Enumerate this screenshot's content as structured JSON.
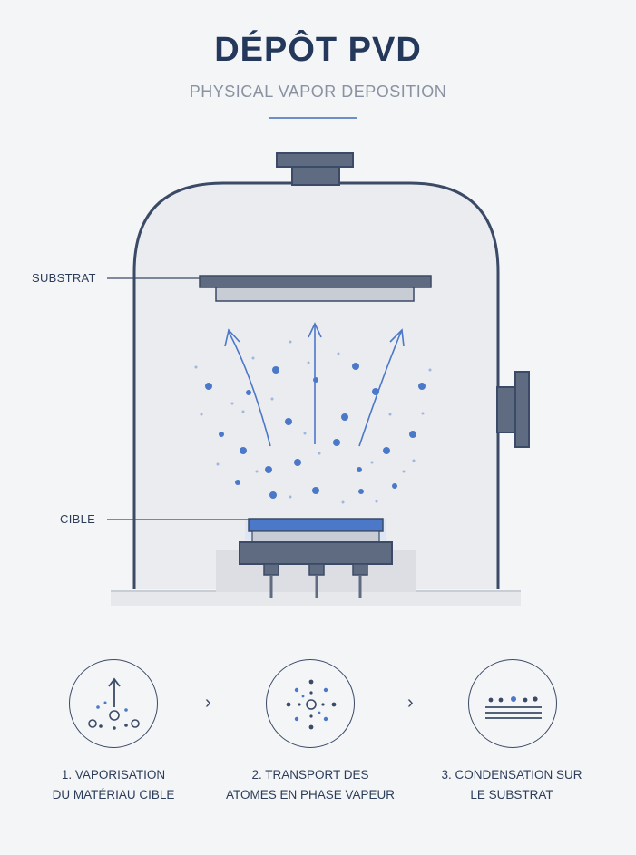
{
  "header": {
    "title": "DÉPÔT PVD",
    "subtitle": "PHYSICAL VAPOR DEPOSITION"
  },
  "labels": {
    "substrate": "SUBSTRAT",
    "target": "CIBLE"
  },
  "steps": [
    {
      "line1": "1. VAPORISATION",
      "line2": "DU MATÉRIAU CIBLE"
    },
    {
      "line1": "2. TRANSPORT DES",
      "line2": "ATOMES EN PHASE VAPEUR"
    },
    {
      "line1": "3. CONDENSATION SUR",
      "line2": "LE SUBSTRAT"
    }
  ],
  "step_separator": "›",
  "colors": {
    "outline": "#3b4a66",
    "accent": "#4b78c8",
    "chamber_fill": "#ebecef",
    "background": "#f4f5f7"
  }
}
